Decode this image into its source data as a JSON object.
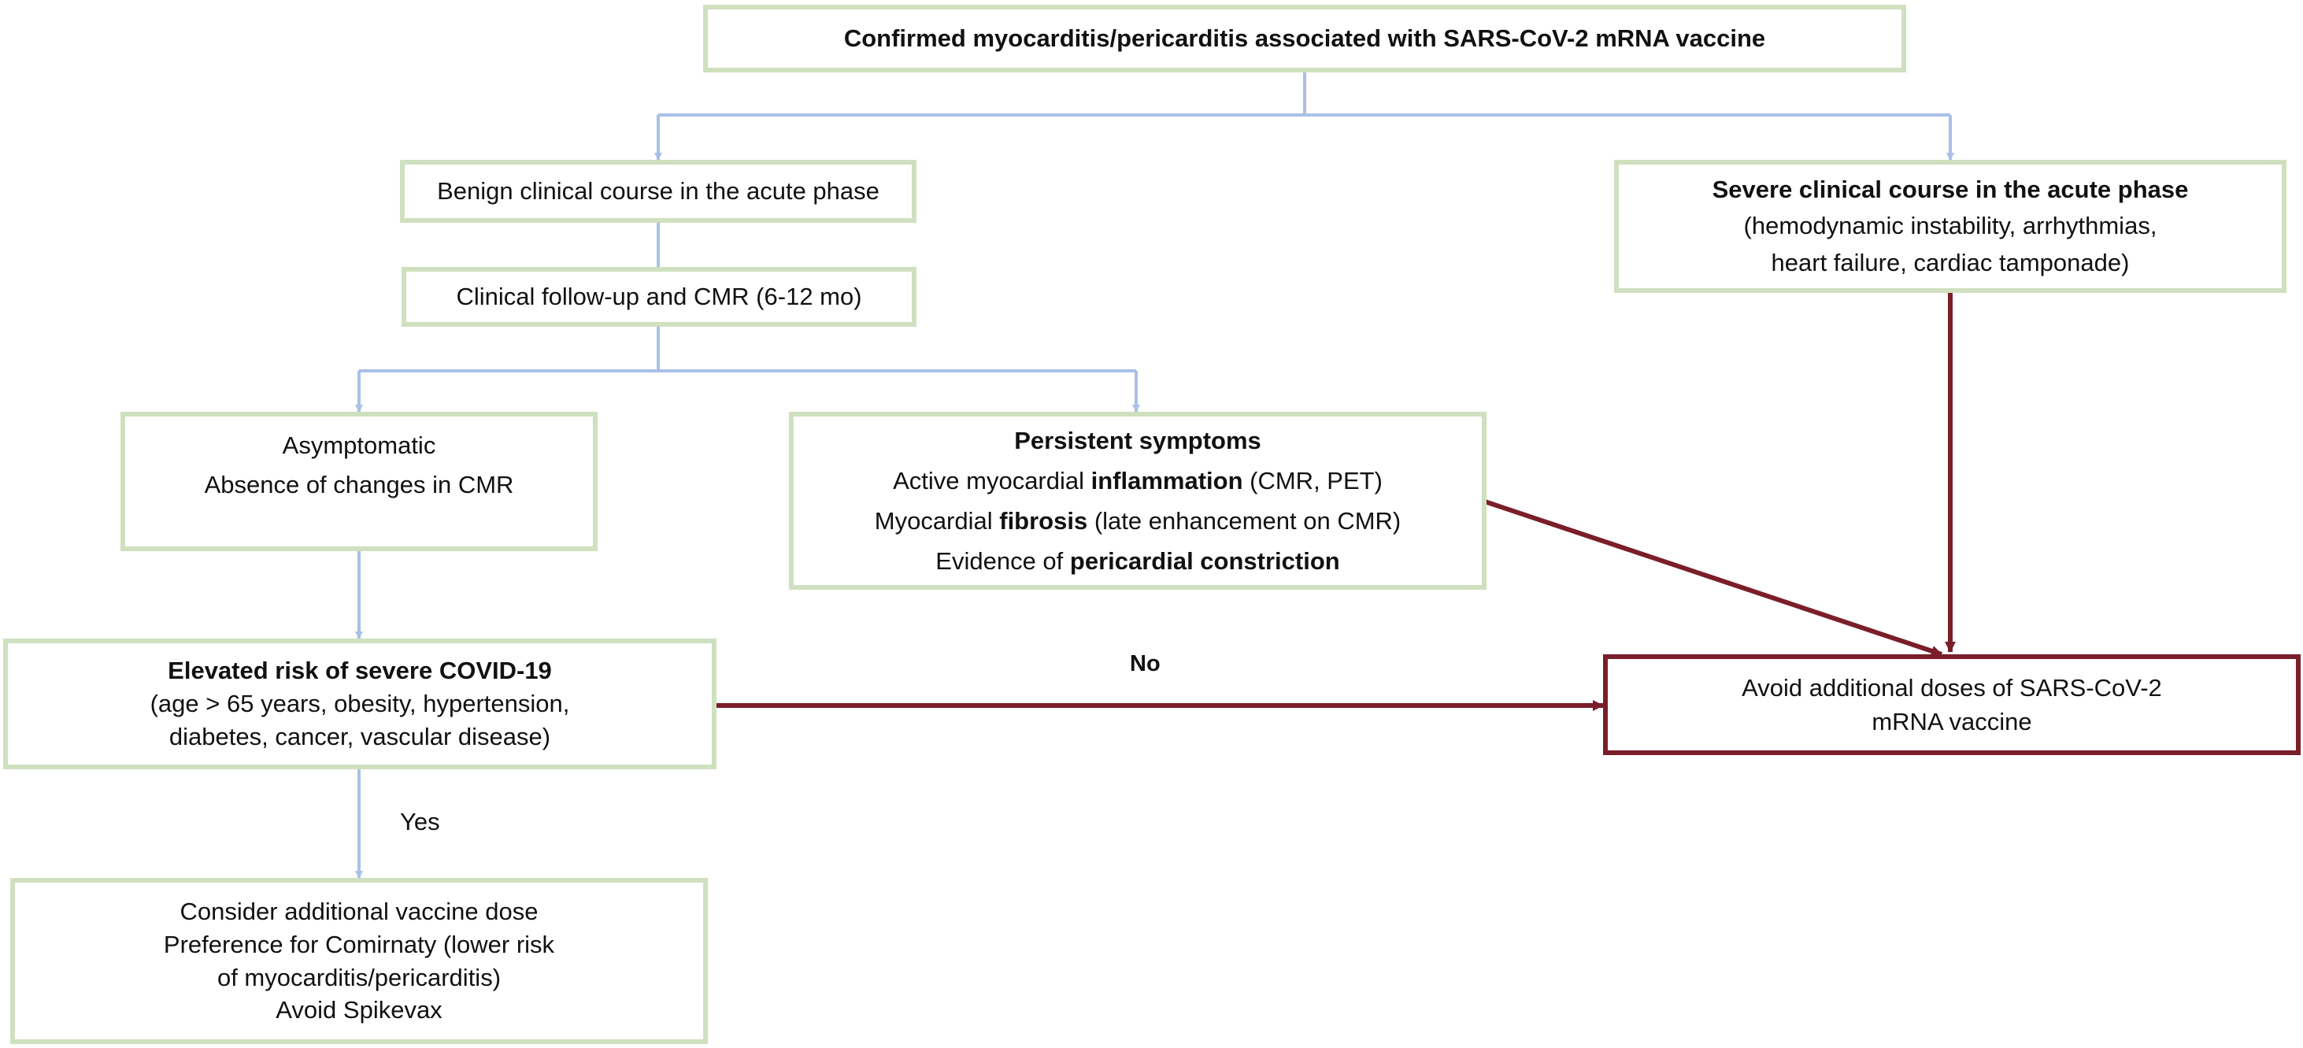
{
  "colors": {
    "node_border": "#cfe0bf",
    "blue_arrow": "#a9c0e8",
    "red_arrow": "#7a1e2a"
  },
  "nodes": {
    "root": {
      "text": "Confirmed myocarditis/pericarditis associated with SARS-CoV-2 mRNA vaccine"
    },
    "benign": {
      "text": "Benign clinical course in the acute phase"
    },
    "followup": {
      "text": "Clinical follow-up and CMR (6-12 mo)"
    },
    "severe": {
      "title": "Severe clinical course in the acute phase",
      "line1": "(hemodynamic instability, arrhythmias,",
      "line2": "heart failure, cardiac tamponade)"
    },
    "asymptomatic": {
      "line1": "Asymptomatic",
      "line2": "Absence of changes in CMR"
    },
    "persistent": {
      "title": "Persistent symptoms",
      "l1_pre": "Active myocardial ",
      "l1_bold": "inflammation",
      "l1_post": " (CMR, PET)",
      "l2_pre": "Myocardial ",
      "l2_bold": "fibrosis",
      "l2_post": " (late enhancement on CMR)",
      "l3_pre": "Evidence of ",
      "l3_bold": "pericardial constriction"
    },
    "elevated": {
      "title": "Elevated risk of severe COVID-19",
      "line1": "(age > 65 years, obesity, hypertension,",
      "line2": "diabetes, cancer, vascular disease)"
    },
    "avoid": {
      "line1": "Avoid additional doses of SARS-CoV-2",
      "line2": "mRNA vaccine"
    },
    "consider": {
      "line1": "Consider additional vaccine dose",
      "line2": "Preference for Comirnaty (lower risk",
      "line3": "of myocarditis/pericarditis)",
      "line4": "Avoid Spikevax"
    }
  },
  "edge_labels": {
    "no": "No",
    "yes": "Yes"
  }
}
